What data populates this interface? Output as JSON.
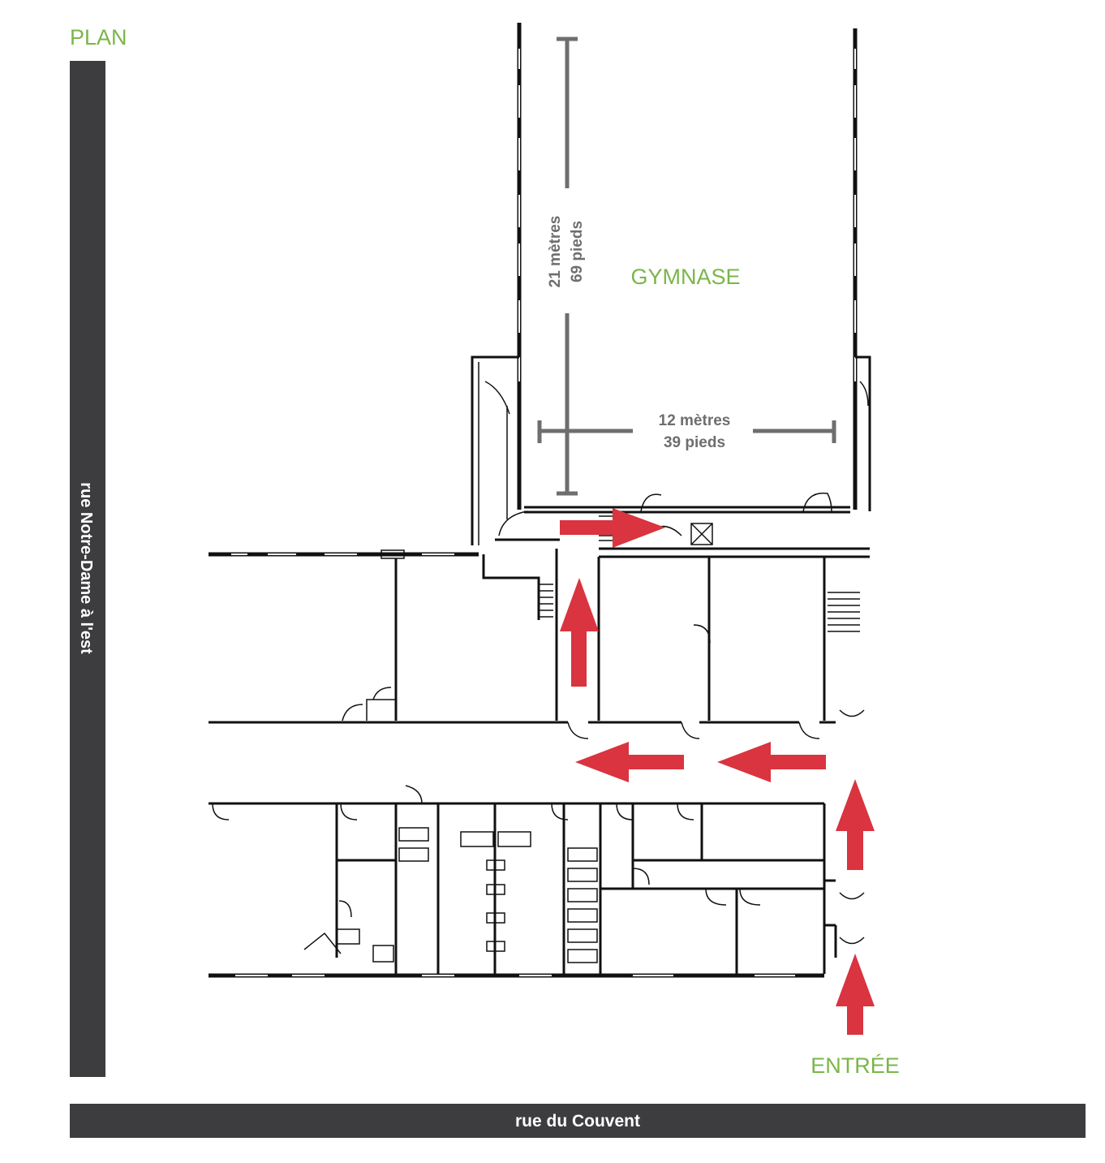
{
  "title": "PLAN",
  "streets": {
    "left": "rue Notre-Dame à l'est",
    "bottom": "rue du Couvent"
  },
  "rooms": {
    "gym": "GYMNASE",
    "entrance": "ENTRÉE"
  },
  "dimensions": {
    "length_m": "21 mètres",
    "length_ft": "69 pieds",
    "width_m": "12 mètres",
    "width_ft": "39 pieds"
  },
  "colors": {
    "accent_green": "#7ab648",
    "arrow_red": "#d9343f",
    "street_bar": "#3d3d3f",
    "dimension_gray": "#6e6e6e"
  },
  "icons": [
    "arrow-up-icon",
    "arrow-left-icon",
    "arrow-right-icon"
  ]
}
